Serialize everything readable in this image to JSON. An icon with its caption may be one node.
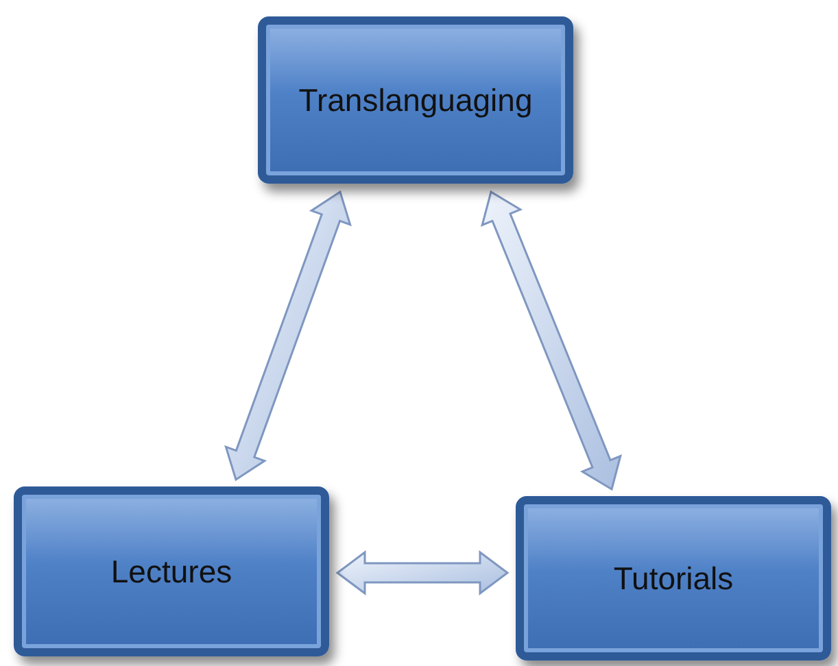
{
  "diagram": {
    "nodes": [
      {
        "text": [
          "Translanguaging"
        ]
      },
      {
        "text": [
          "Lectures"
        ]
      },
      {
        "text": [
          "Tutorials"
        ]
      }
    ],
    "edges": [
      {
        "from": 0,
        "to": 1,
        "arrow": "both"
      },
      {
        "from": 0,
        "to": 2,
        "arrow": "both"
      },
      {
        "from": 1,
        "to": 2,
        "arrow": "both"
      }
    ]
  }
}
